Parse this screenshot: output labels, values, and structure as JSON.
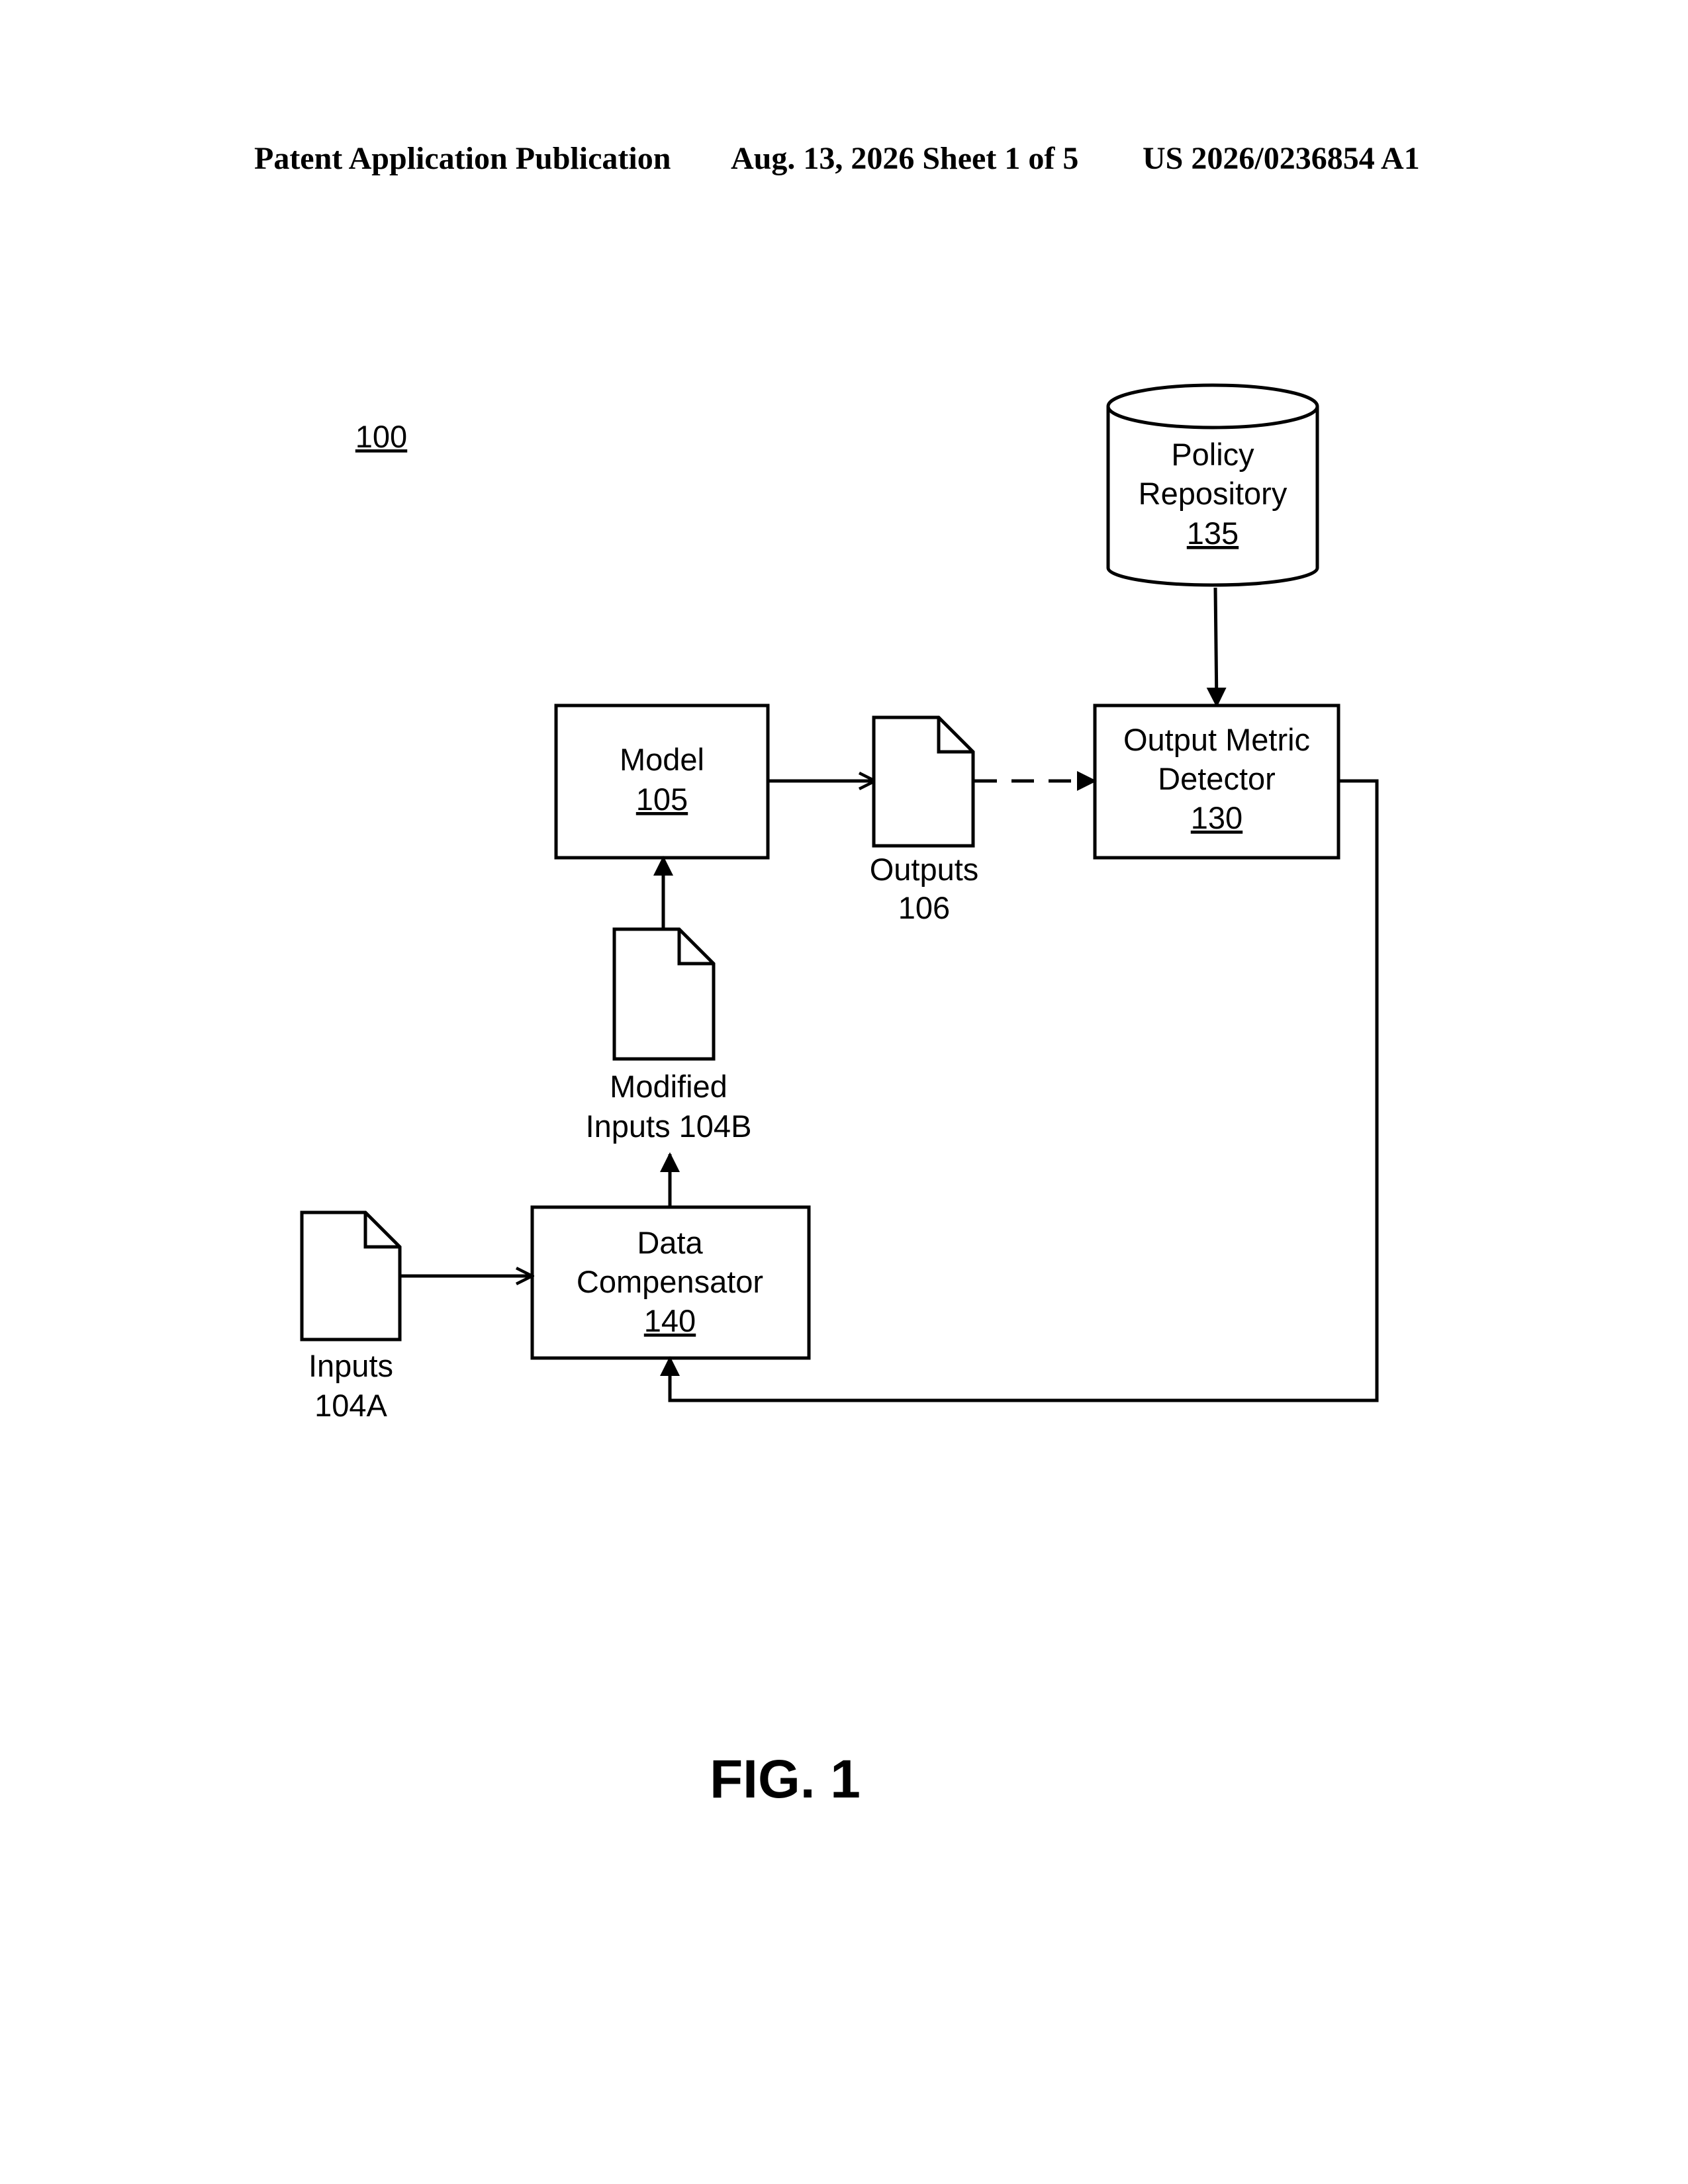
{
  "header": {
    "publication": "Patent Application Publication",
    "date_sheet": "Aug. 13, 2026  Sheet 1 of 5",
    "number": "US 2026/0236854 A1"
  },
  "figure": {
    "ref": "100",
    "caption": "FIG. 1"
  },
  "nodes": {
    "policy_repository": {
      "line1": "Policy",
      "line2": "Repository",
      "ref": "135"
    },
    "output_metric_detector": {
      "line1": "Output Metric",
      "line2": "Detector",
      "ref": "130"
    },
    "model": {
      "line1": "Model",
      "ref": "105"
    },
    "data_compensator": {
      "line1": "Data",
      "line2": "Compensator",
      "ref": "140"
    },
    "outputs": {
      "line1": "Outputs",
      "line2": "106"
    },
    "modified_inputs": {
      "line1": "Modified",
      "line2": "Inputs 104B"
    },
    "inputs": {
      "line1": "Inputs",
      "line2": "104A"
    }
  }
}
